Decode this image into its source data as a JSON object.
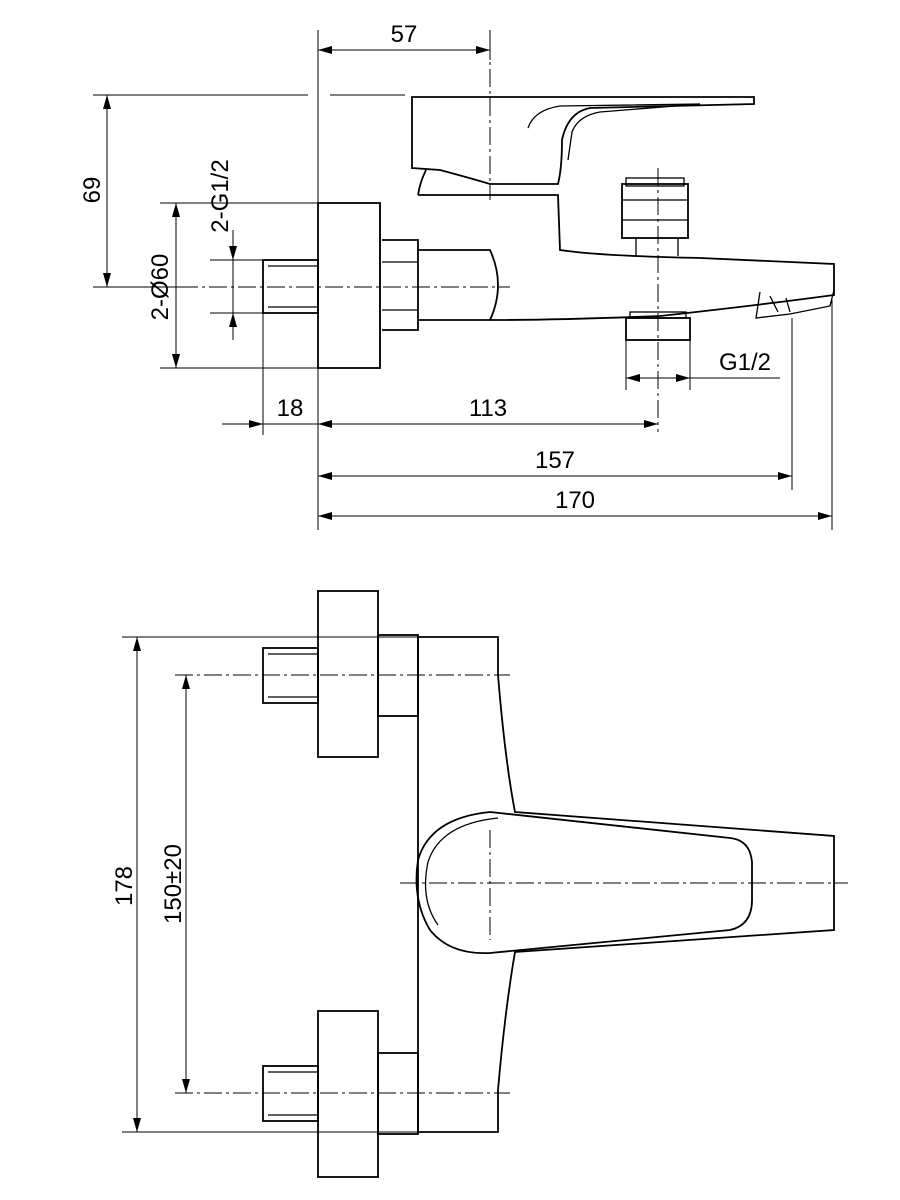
{
  "side_view": {
    "dims": {
      "d57": "57",
      "d69": "69",
      "thread_in": "2-G1/2",
      "dia60": "2-Ø60",
      "d18": "18",
      "d113": "113",
      "g12": "G1/2",
      "d157": "157",
      "d170": "170"
    }
  },
  "top_view": {
    "dims": {
      "d178": "178",
      "d150": "150±20"
    }
  }
}
